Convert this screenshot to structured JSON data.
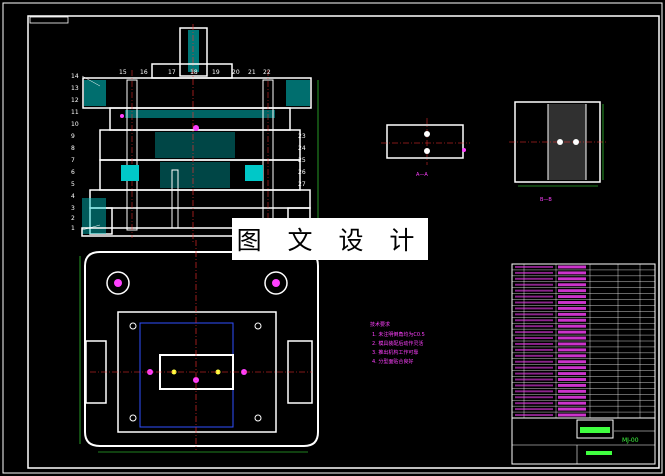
{
  "watermark": "图 文 设 计",
  "drawing": {
    "part_numbers_left": [
      "14",
      "13",
      "12",
      "11",
      "10",
      "9",
      "8",
      "7",
      "6",
      "5",
      "4",
      "3",
      "2",
      "1"
    ],
    "part_numbers_top": [
      "15",
      "16",
      "17",
      "18",
      "19",
      "20",
      "21",
      "22"
    ],
    "part_numbers_right": [
      "23",
      "24",
      "25",
      "26",
      "27"
    ],
    "view_label_1": "A—A",
    "view_label_2": "B—B",
    "notes_title": "技术要求",
    "notes": [
      "1. 未注明倒角均为C0.5",
      "2. 模具装配后动作灵活",
      "3. 推出机构工作可靠",
      "4. 分型面贴合良好"
    ],
    "title_block_name": "某零件注塑模",
    "title_block_code": "MJ-00"
  },
  "colors": {
    "background": "#000000",
    "outline": "#ffffff",
    "hatch": "#00c8c8",
    "center": "#ff3030",
    "dim": "#40ff40",
    "accent": "#ff40ff",
    "blue": "#3050ff",
    "yellow": "#ffff40"
  }
}
